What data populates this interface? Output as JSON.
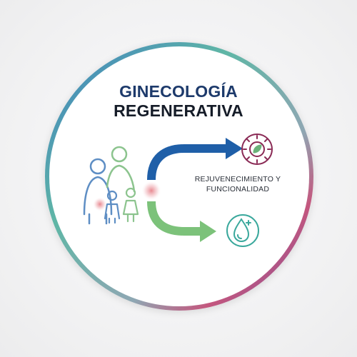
{
  "title": {
    "line1": "GINECOLOGÍA",
    "line2": "REGENERATIVA"
  },
  "caption": {
    "line1": "REJUVENECIMIENTO Y",
    "line2": "FUNCIONALIDAD"
  },
  "colors": {
    "ring_blue": "#3f7fc0",
    "ring_teal": "#5fb6a6",
    "ring_purple": "#7b4f9c",
    "ring_pink": "#c4577e",
    "arrow_blue": "#1f5fa8",
    "arrow_green": "#7cc27a",
    "virus_icon": "#8a2a55",
    "drop_icon": "#3aa89c",
    "family_blue": "#5e8ec4",
    "family_green": "#8cc48e",
    "glow_red": "#e0606b"
  },
  "icons": [
    "family-icon",
    "virus-leaf-icon",
    "water-drop-icon"
  ]
}
